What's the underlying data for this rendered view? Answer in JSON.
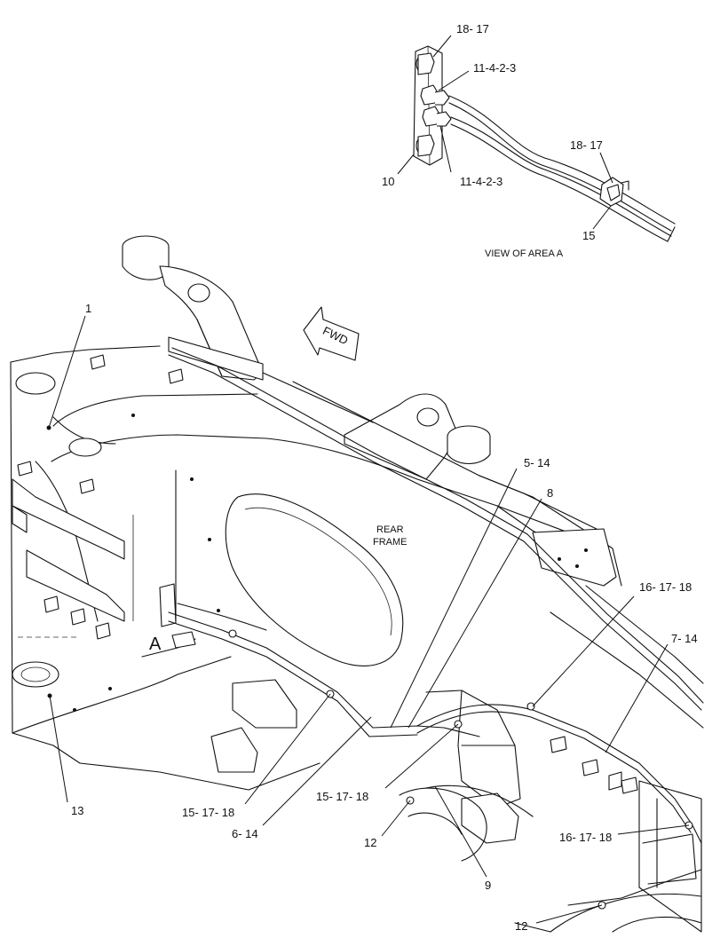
{
  "view_caption": "VIEW OF AREA A",
  "area_marker": "A",
  "fwd_arrow": "FWD",
  "frame_label_line1": "REAR",
  "frame_label_line2": "FRAME",
  "callouts": {
    "c18_17_top": "18- 17",
    "c11_4_2_3_upper": "11-4-2-3",
    "c11_4_2_3_lower": "11-4-2-3",
    "c10": "10",
    "c18_17_right": "18- 17",
    "c15": "15",
    "c1": "1",
    "c5_14": "5- 14",
    "c8": "8",
    "c16_17_18_upper": "16- 17- 18",
    "c7_14": "7- 14",
    "c13": "13",
    "c15_17_18_left": "15- 17- 18",
    "c6_14": "6- 14",
    "c15_17_18_mid": "15- 17- 18",
    "c12_mid": "12",
    "c9": "9",
    "c16_17_18_lower": "16- 17- 18",
    "c12_bottom": "12"
  }
}
